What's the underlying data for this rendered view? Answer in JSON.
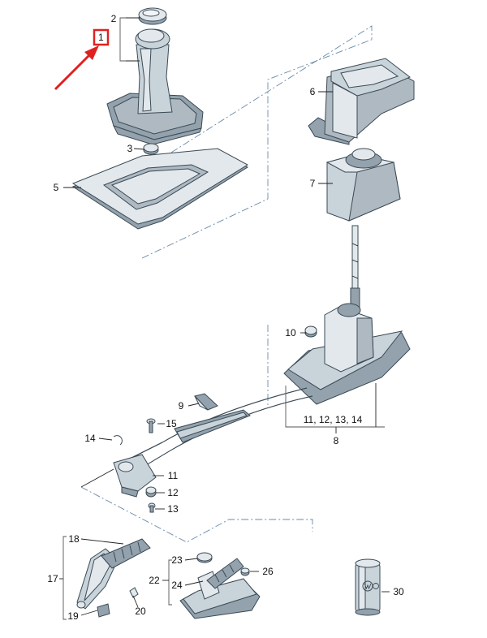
{
  "diagram": {
    "callouts": {
      "p1": "1",
      "p2": "2",
      "p3": "3",
      "p5": "5",
      "p6": "6",
      "p7": "7",
      "p8": "8",
      "p9": "9",
      "p10": "10",
      "p11": "11",
      "p12": "12",
      "p13": "13",
      "p14": "14",
      "p15": "15",
      "p17": "17",
      "p18": "18",
      "p19": "19",
      "p20": "20",
      "p22": "22",
      "p23": "23",
      "p24": "24",
      "p26": "26",
      "p30": "30"
    },
    "group_labels": {
      "range_8": "11, 12, 13, 14"
    },
    "highlight": {
      "color": "#e02020",
      "target": "1"
    },
    "icons": [
      "pointer-arrow",
      "vw-logo"
    ]
  }
}
